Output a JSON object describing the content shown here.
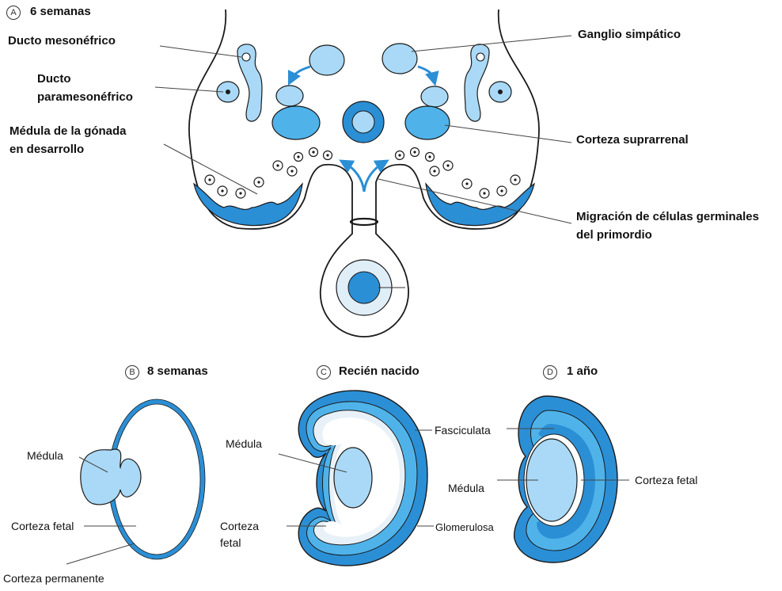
{
  "colors": {
    "dark_blue": "#2b8fd6",
    "mid_blue": "#4fb3ea",
    "light_blue": "#a9d9f6",
    "pale": "#e8f1f7",
    "stroke": "#1a1a1a"
  },
  "panel_a": {
    "letter": "A",
    "title": "6 semanas",
    "labels": {
      "mesonephric": "Ducto mesonéfrico",
      "paramesonephric_1": "Ducto",
      "paramesonephric_2": "paramesonéfrico",
      "gonad_1": "Médula de la gónada",
      "gonad_2": "en desarrollo",
      "sympathetic": "Ganglio simpático",
      "adrenal_cortex": "Corteza suprarrenal",
      "migration_1": "Migración de células germinales",
      "migration_2": "del primordio"
    }
  },
  "panel_b": {
    "letter": "B",
    "title": "8 semanas",
    "labels": {
      "medulla": "Médula",
      "fetal_cortex": "Corteza fetal",
      "permanent_cortex": "Corteza permanente"
    }
  },
  "panel_c": {
    "letter": "C",
    "title": "Recién nacido",
    "labels": {
      "medulla": "Médula",
      "fetal_cortex_1": "Corteza",
      "fetal_cortex_2": "fetal",
      "fasciculata": "Fasciculata",
      "glomerulosa": "Glomerulosa"
    }
  },
  "panel_d": {
    "letter": "D",
    "title": "1 año",
    "labels": {
      "medulla": "Médula",
      "fetal_cortex": "Corteza fetal"
    }
  }
}
